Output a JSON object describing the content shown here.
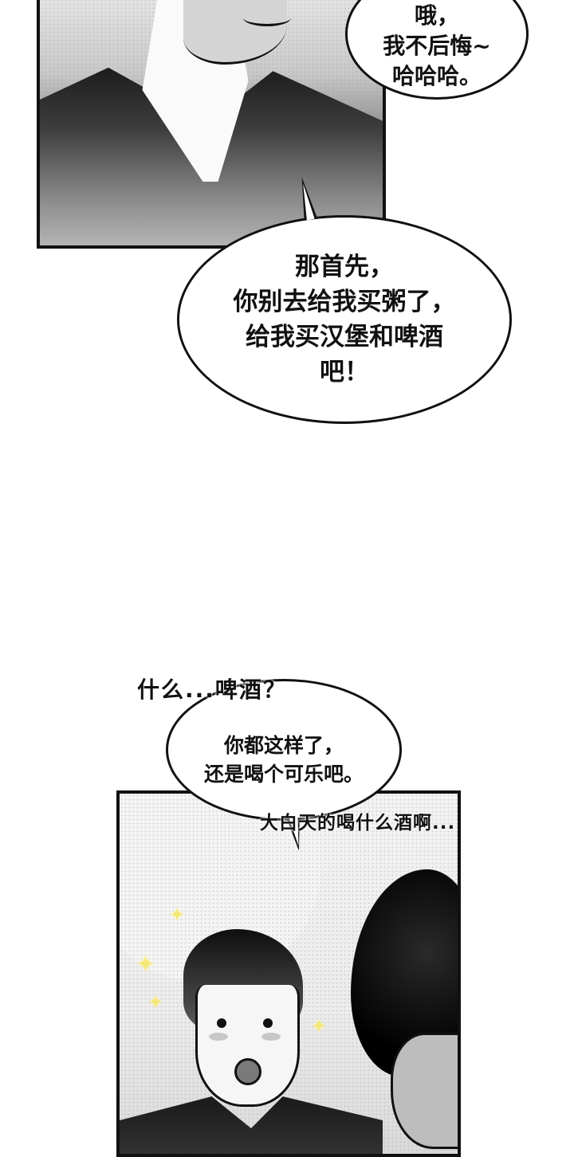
{
  "page": {
    "type": "webtoon-page",
    "background_color": "#ffffff",
    "ink_color": "#111111",
    "sparkle_color": "#f5e87a"
  },
  "panels": [
    {
      "id": "panel-top",
      "description": "Close-up of a smiling man's chin, neck and dark open-collar shirt",
      "bubbles": [
        {
          "id": "bubble-1",
          "lines": [
            "哦，",
            "我不后悔~",
            "哈哈哈。"
          ]
        },
        {
          "id": "bubble-2",
          "lines": [
            "那首先，",
            "你别去给我买粥了，",
            "给我买汉堡和啤酒",
            "吧！"
          ]
        }
      ]
    },
    {
      "id": "panel-bottom",
      "description": "Young man with open mouth and blush, sparkles around; another dark-haired man on the right",
      "sfx": [
        {
          "id": "sfx-1",
          "text": "什么...啤酒？"
        },
        {
          "id": "sfx-2",
          "text": "大白天的喝什么酒啊..."
        }
      ],
      "bubbles": [
        {
          "id": "bubble-3",
          "lines": [
            "你都这样了，",
            "还是喝个可乐吧。"
          ]
        }
      ],
      "icons": {
        "sparkle": "✦"
      }
    }
  ]
}
